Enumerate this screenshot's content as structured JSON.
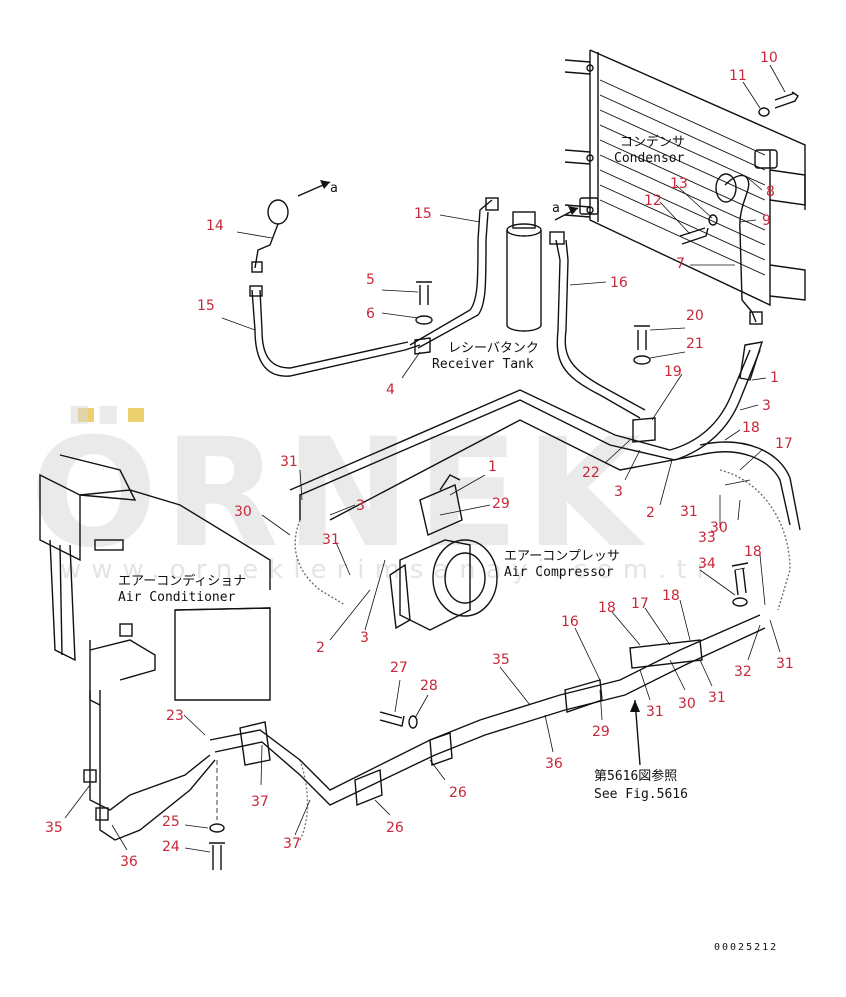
{
  "watermark": {
    "brand": "ÖRNEK",
    "url": "www.orneklerimsanayi.com.tr",
    "accent": "#e8c44a"
  },
  "document_code": "00025212",
  "colors": {
    "callout": "#c8283a",
    "line": "#111111"
  },
  "captions": {
    "condenser_jp": "コンデンサ",
    "condenser_en": "Condensor",
    "receiver_jp": "レシーバタンク",
    "receiver_en": "Receiver Tank",
    "compressor_jp": "エアーコンプレッサ",
    "compressor_en": "Air Compressor",
    "conditioner_jp": "エアーコンディショナ",
    "conditioner_en": "Air Conditioner",
    "see_jp": "第5616図参照",
    "see_en": "See Fig.5616",
    "view_a_top": "a",
    "view_a_cond": "a"
  },
  "callouts": [
    {
      "id": "c10",
      "text": "10"
    },
    {
      "id": "c11",
      "text": "11"
    },
    {
      "id": "c13",
      "text": "13"
    },
    {
      "id": "c12",
      "text": "12"
    },
    {
      "id": "c8",
      "text": "8"
    },
    {
      "id": "c9",
      "text": "9"
    },
    {
      "id": "c7",
      "text": "7"
    },
    {
      "id": "c14",
      "text": "14"
    },
    {
      "id": "c15a",
      "text": "15"
    },
    {
      "id": "c15b",
      "text": "15"
    },
    {
      "id": "c16a",
      "text": "16"
    },
    {
      "id": "c5",
      "text": "5"
    },
    {
      "id": "c6",
      "text": "6"
    },
    {
      "id": "c4",
      "text": "4"
    },
    {
      "id": "c20",
      "text": "20"
    },
    {
      "id": "c21",
      "text": "21"
    },
    {
      "id": "c19",
      "text": "19"
    },
    {
      "id": "c1a",
      "text": "1"
    },
    {
      "id": "c3a",
      "text": "3"
    },
    {
      "id": "c18a",
      "text": "18"
    },
    {
      "id": "c17a",
      "text": "17"
    },
    {
      "id": "c22",
      "text": "22"
    },
    {
      "id": "c3b",
      "text": "3"
    },
    {
      "id": "c2a",
      "text": "2"
    },
    {
      "id": "c31a",
      "text": "31"
    },
    {
      "id": "c30a",
      "text": "30"
    },
    {
      "id": "c33",
      "text": "33"
    },
    {
      "id": "c31b",
      "text": "31"
    },
    {
      "id": "c1b",
      "text": "1"
    },
    {
      "id": "c3c",
      "text": "3"
    },
    {
      "id": "c29a",
      "text": "29"
    },
    {
      "id": "c30b",
      "text": "30"
    },
    {
      "id": "c31c",
      "text": "31"
    },
    {
      "id": "c2b",
      "text": "2"
    },
    {
      "id": "c3d",
      "text": "3"
    },
    {
      "id": "c34",
      "text": "34"
    },
    {
      "id": "c18b",
      "text": "18"
    },
    {
      "id": "c16b",
      "text": "16"
    },
    {
      "id": "c18c",
      "text": "18"
    },
    {
      "id": "c17b",
      "text": "17"
    },
    {
      "id": "c18d",
      "text": "18"
    },
    {
      "id": "c32",
      "text": "32"
    },
    {
      "id": "c31d",
      "text": "31"
    },
    {
      "id": "c35a",
      "text": "35"
    },
    {
      "id": "c27",
      "text": "27"
    },
    {
      "id": "c28",
      "text": "28"
    },
    {
      "id": "c31e",
      "text": "31"
    },
    {
      "id": "c30c",
      "text": "30"
    },
    {
      "id": "c31f",
      "text": "31"
    },
    {
      "id": "c29b",
      "text": "29"
    },
    {
      "id": "c23",
      "text": "23"
    },
    {
      "id": "c36a",
      "text": "36"
    },
    {
      "id": "c37a",
      "text": "37"
    },
    {
      "id": "c26a",
      "text": "26"
    },
    {
      "id": "c35b",
      "text": "35"
    },
    {
      "id": "c25",
      "text": "25"
    },
    {
      "id": "c24",
      "text": "24"
    },
    {
      "id": "c36b",
      "text": "36"
    },
    {
      "id": "c37b",
      "text": "37"
    },
    {
      "id": "c26b",
      "text": "26"
    }
  ]
}
